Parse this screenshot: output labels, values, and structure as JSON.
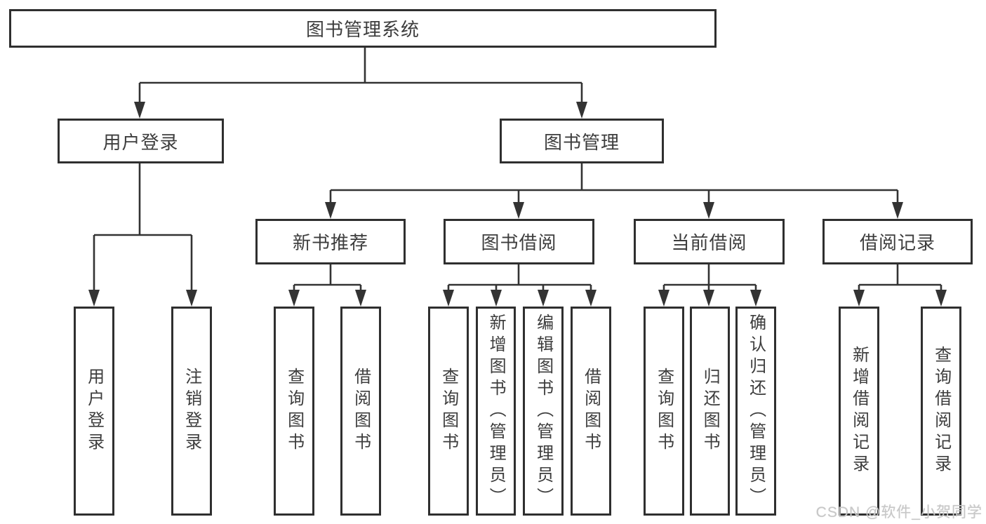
{
  "diagram": {
    "root": {
      "label": "图书管理系统",
      "children": [
        {
          "label": "用户登录",
          "children": [
            {
              "label": "用户登录"
            },
            {
              "label": "注销登录"
            }
          ]
        },
        {
          "label": "图书管理",
          "children": [
            {
              "label": "新书推荐",
              "children": [
                {
                  "label": "查询图书"
                },
                {
                  "label": "借阅图书"
                }
              ]
            },
            {
              "label": "图书借阅",
              "children": [
                {
                  "label": "查询图书"
                },
                {
                  "label": "新增图书（管理员）"
                },
                {
                  "label": "编辑图书（管理员）"
                },
                {
                  "label": "借阅图书"
                }
              ]
            },
            {
              "label": "当前借阅",
              "children": [
                {
                  "label": "查询图书"
                },
                {
                  "label": "归还图书"
                },
                {
                  "label": "确认归还（管理员）"
                }
              ]
            },
            {
              "label": "借阅记录",
              "children": [
                {
                  "label": "新增借阅记录"
                },
                {
                  "label": "查询借阅记录"
                }
              ]
            }
          ]
        }
      ]
    },
    "watermark": "CSDN @软件_小贺同学",
    "colors": {
      "line": "#333333",
      "box_border": "#2f2f2f",
      "text": "#3d3d3d",
      "watermark": "#c7c7c7",
      "background": "#ffffff"
    }
  }
}
